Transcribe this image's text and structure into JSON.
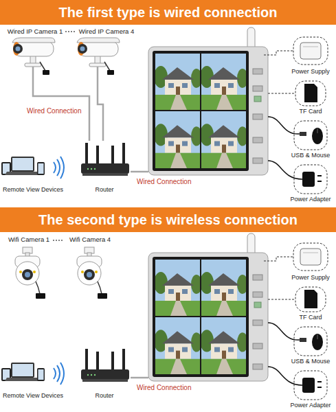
{
  "diagram": {
    "nodes": [
      {
        "text": [
          "The first type is wired connection"
        ]
      },
      {
        "text": [
          "Wired IP Camera 1"
        ]
      },
      {
        "text": [
          "Wired IP Camera 4"
        ]
      },
      {
        "text": [
          "Remote View Devices"
        ]
      },
      {
        "text": [
          "Router"
        ]
      },
      {
        "text": [
          "Power Supply"
        ]
      },
      {
        "text": [
          "TF Card"
        ]
      },
      {
        "text": [
          "USB & Mouse"
        ]
      },
      {
        "text": [
          "Power Adapter"
        ]
      },
      {
        "text": [
          "The second type is wireless connection"
        ]
      },
      {
        "text": [
          "Wifi Camera 1"
        ]
      },
      {
        "text": [
          "Wifi Camera 4"
        ]
      },
      {
        "text": [
          "Remote View Devices"
        ]
      },
      {
        "text": [
          "Router"
        ]
      },
      {
        "text": [
          "Power Supply"
        ]
      },
      {
        "text": [
          "TF Card"
        ]
      },
      {
        "text": [
          "USB & Mouse"
        ]
      },
      {
        "text": [
          "Power Adapter"
        ]
      }
    ],
    "edges": [
      {
        "from": 1,
        "to": 4,
        "label": "Wired Connection",
        "arrow": "none"
      },
      {
        "from": 2,
        "to": 4,
        "arrow": "none"
      }
    ],
    "labels": [
      "Wired Connection",
      "Wired Connection"
    ]
  }
}
